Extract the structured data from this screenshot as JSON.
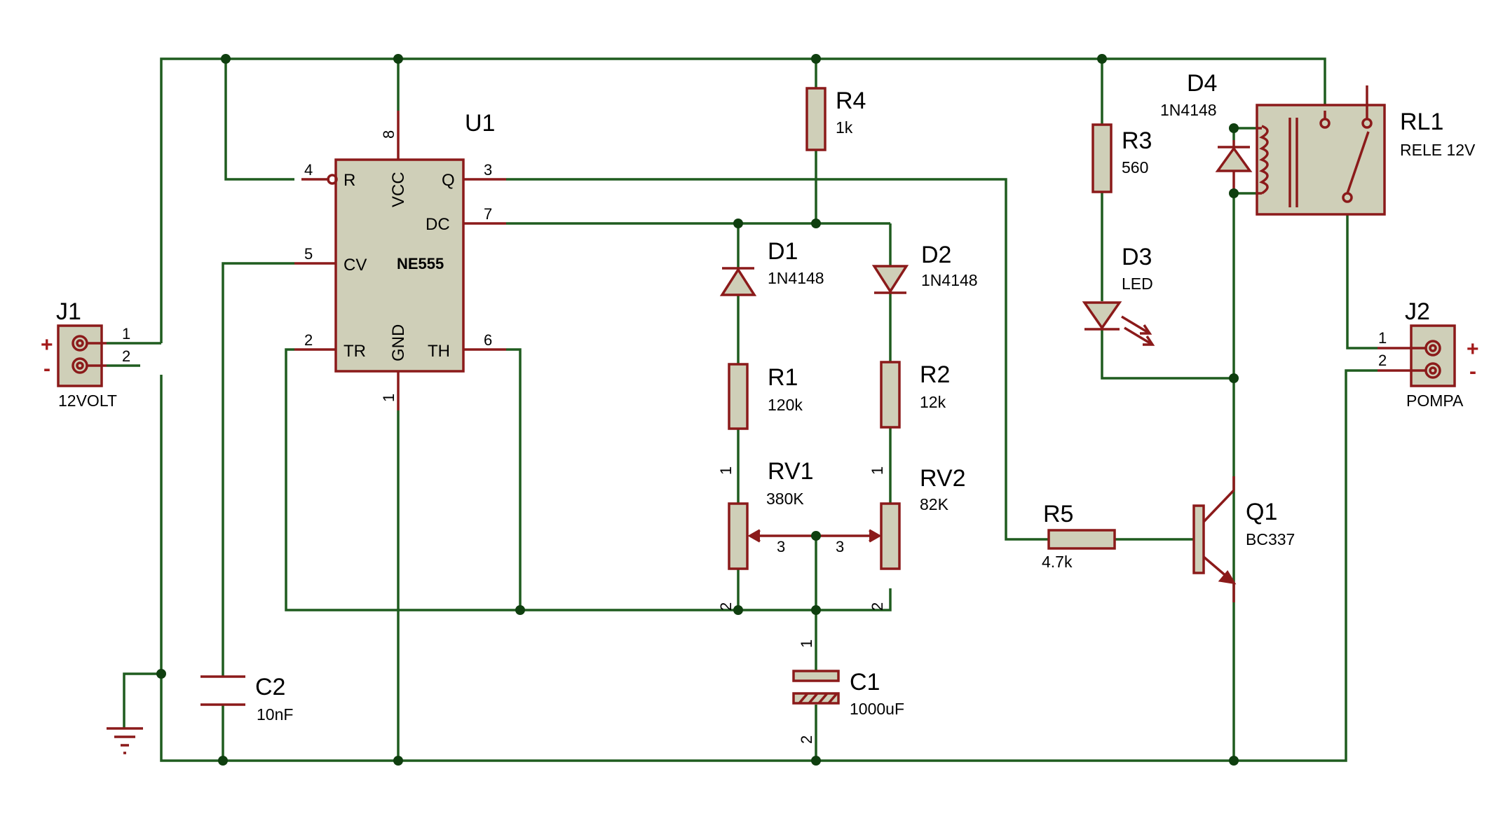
{
  "colors": {
    "wire": "#1f5c1f",
    "component": "#8b1a1a",
    "fill": "#cfcfb8",
    "junction": "#0f3f0f"
  },
  "u1": {
    "ref": "U1",
    "value": "NE555",
    "pins": {
      "reset": {
        "num": "4",
        "name": "R"
      },
      "vcc": {
        "num": "8",
        "name": "VCC"
      },
      "q": {
        "num": "3",
        "name": "Q"
      },
      "dc": {
        "num": "7",
        "name": "DC"
      },
      "cv": {
        "num": "5",
        "name": "CV"
      },
      "tr": {
        "num": "2",
        "name": "TR"
      },
      "th": {
        "num": "6",
        "name": "TH"
      },
      "gnd": {
        "num": "1",
        "name": "GND"
      }
    }
  },
  "j1": {
    "ref": "J1",
    "value": "12VOLT",
    "pin1": "1",
    "pin2": "2",
    "plus": "+",
    "minus": "-"
  },
  "j2": {
    "ref": "J2",
    "value": "POMPA",
    "pin1": "1",
    "pin2": "2",
    "plus": "+",
    "minus": "-"
  },
  "r1": {
    "ref": "R1",
    "value": "120k"
  },
  "r2": {
    "ref": "R2",
    "value": "12k"
  },
  "r3": {
    "ref": "R3",
    "value": "560"
  },
  "r4": {
    "ref": "R4",
    "value": "1k"
  },
  "r5": {
    "ref": "R5",
    "value": "4.7k"
  },
  "d1": {
    "ref": "D1",
    "value": "1N4148"
  },
  "d2": {
    "ref": "D2",
    "value": "1N4148"
  },
  "d3": {
    "ref": "D3",
    "value": "LED"
  },
  "d4": {
    "ref": "D4",
    "value": "1N4148"
  },
  "rv1": {
    "ref": "RV1",
    "value": "380K",
    "pin1": "1",
    "pin2": "2",
    "pin3": "3"
  },
  "rv2": {
    "ref": "RV2",
    "value": "82K",
    "pin1": "1",
    "pin2": "2",
    "pin3": "3"
  },
  "c1": {
    "ref": "C1",
    "value": "1000uF",
    "pin1": "1",
    "pin2": "2"
  },
  "c2": {
    "ref": "C2",
    "value": "10nF"
  },
  "q1": {
    "ref": "Q1",
    "value": "BC337"
  },
  "rl1": {
    "ref": "RL1",
    "value": "RELE 12V"
  }
}
